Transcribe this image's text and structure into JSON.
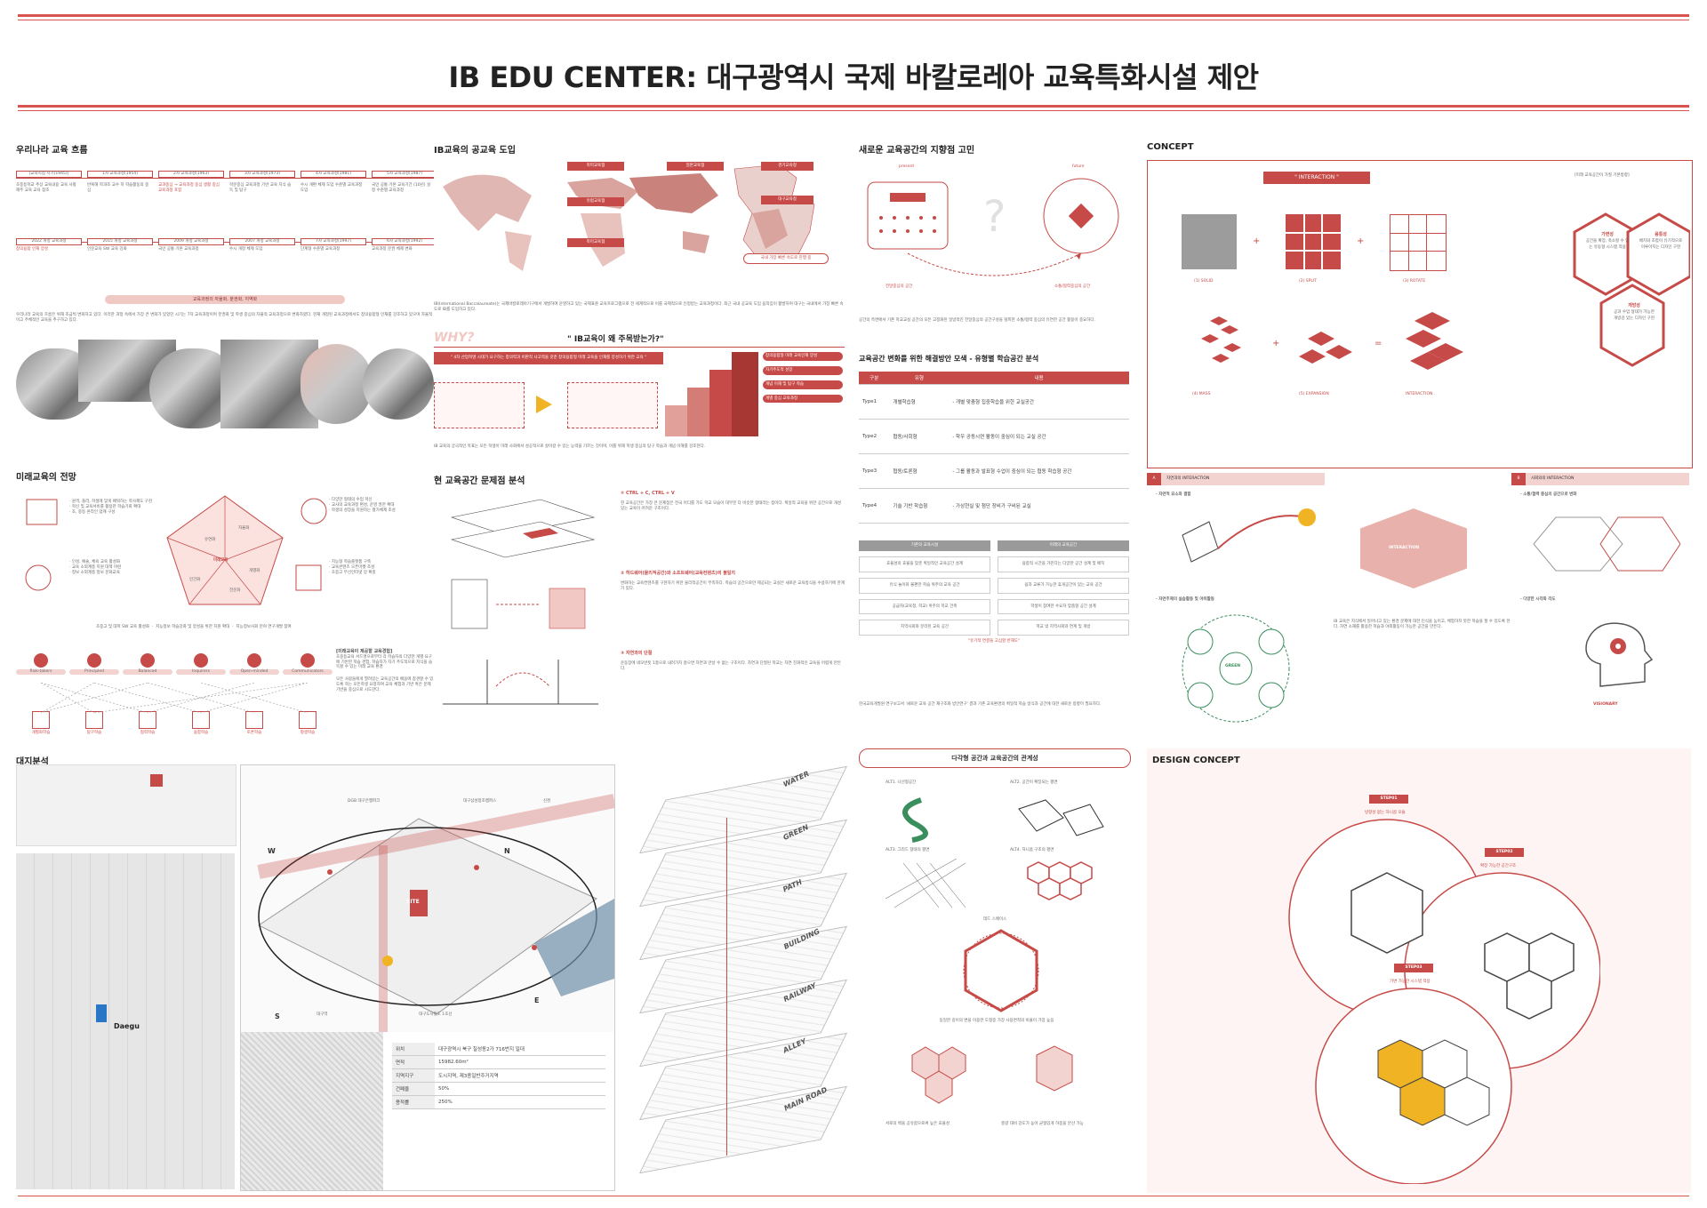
{
  "title": "IB EDU CENTER: 대구광역시 국제 바칼로레아 교육특화시설 제안",
  "colors": {
    "accent": "#c64a47",
    "pink": "#f3d3d0",
    "yellow": "#f0b323"
  },
  "col1": {
    "history_title": "우리나라 교육 흐름",
    "history_top": [
      "[교육지침 시기(1945)]",
      "1차 교육과정(1954)",
      "2차 교육과정(1963)",
      "3차 교육과정(1973)",
      "4차 교육과정(1981)",
      "5차 교육과정(1987)"
    ],
    "history_bottom": [
      "2022 개정 교육과정",
      "2015 개정 교육과정",
      "2009 개정 교육과정",
      "2007 개정 교육과정",
      "7차 교육과정(1997)",
      "6차 교육과정(1992)"
    ],
    "history_bar": "교육과정의 자율화, 분권화, 지역화",
    "future_title": "미래교육의 전망",
    "pentagon": [
      "유연화",
      "자율화",
      "개별화",
      "전문화",
      "인간화"
    ],
    "pentagon_center": "미래교육",
    "future_bottom": [
      "초중고 및 대학 SW 교육 활성화",
      "지능정보 학습강화 및 양성을 위한 지원 확대",
      "지능정보사회 분야 연구개발 참여"
    ],
    "ib_profile_title": "[미래교육이 제공할 교육경험]",
    "ib_profile": [
      "Risk-takers",
      "Principled",
      "Balanced",
      "Inquirers",
      "Open-minded",
      "Communicators"
    ],
    "ib_learning": [
      "개별화학습",
      "탐구학습",
      "협력학습",
      "융합학습",
      "토론학습",
      "평생학습"
    ],
    "site_title": "대지분석"
  },
  "col2": {
    "ib_title": "IB교육의 공교육 도입",
    "why_title": "\" IB교육이 왜 주목받는가?\"",
    "why_banner": "\" 4차 산업혁명 시대가 요구하는 창의력과 비판적 사고력을 갖춘 창의융합형 미래 교육을 인재를 양성하기 위한 교육 \"",
    "problem_title": "현 교육공간 문제점 분석",
    "problems": [
      "① CTRL + C, CTRL + V",
      "② 하드웨어(물리적공간)와 소프트웨어(교육컨텐츠)의 불일치",
      "③ 자연과의 단절"
    ],
    "korea_callout": "국내 가장 빠른 속도로 진행 중",
    "stair_labels": [
      "창의융합형 미래 교육인재 양성",
      "자기주도적 성장",
      "개념 이해 및 탐구 학습",
      "개별 중심 교육과정"
    ]
  },
  "col3": {
    "title": "새로운 교육공간의 지향점 고민",
    "present": "present",
    "future": "future",
    "present_caption": "전달중심의 공간",
    "future_caption": "소통/협력중심의 공간",
    "table_title": "교육공간 변화를 위한 해결방안 모색 - 유형별 학습공간 분석",
    "table_headers": [
      "구분",
      "유형",
      "내용"
    ],
    "table_rows": [
      [
        "Type1",
        "개별학습형",
        "- 개별 맞춤형 집중학습을 위한 교실공간"
      ],
      [
        "Type2",
        "협동/사회형",
        "- 학우 공동시연 활동이 중심이 되는 교실 공간"
      ],
      [
        "Type3",
        "협동/토론형",
        "- 그룹 활동과 발표형 수업이 중심이 되는 협동 학습형 공간"
      ],
      [
        "Type4",
        "기술 기반 학습형",
        "- 가상현실 및 첨단 장비가 구비된 교실"
      ]
    ],
    "compare_left": "기존의 교육시설",
    "compare_right": "미래의 교육공간",
    "compare_rows": [
      [
        "효율성의 효율을 맞춘 획일적인 교육공간 설계",
        "융합적 시간을 가진다는 다양한 공간 설계 및 배치"
      ],
      [
        "유식 놀이와 불편한 학습 위주의 교육 공간",
        "쉼과 교류가 가능한 휴게공간이 있는 교육 공간"
      ],
      [
        "공급자(교육청, 학교) 위주의 학교 건축",
        "학생이 참여한 수요자 맞춤형 공간 설계"
      ],
      [
        "지역사회와 분리된 교육 공간",
        "학교 밖 지역사회와 연계 및 개방"
      ]
    ],
    "compare_note": "\"유기적 연결을 고심할 반해도\"",
    "relation_title": "다각형 공간과 교육공간의 관계성",
    "alts": [
      "ALT1. 나선형공간",
      "ALT2. 공간이 확장되는 평면",
      "ALT3. 그리드 형태의 평면",
      "ALT4. 하니콤 구조의 평면"
    ],
    "dead_space": "데드 스페이스",
    "hex_note": "동일한 길이의 변을 이용한 도형중 가장 사용면적의 비율이 가장 높음",
    "bottom_left": "서로의 벽을 공유함으로써 높은 효율성",
    "bottom_right": "충량 대비 강도가 높아 균형있게 하중을 분산 가능"
  },
  "col4": {
    "concept_title": "CONCEPT",
    "interaction_banner": "\" INTERACTION \"",
    "right_note": "[미래 교육공간이 가질 기본방향]",
    "steps": [
      "(1) SOLID",
      "(2) SPLIT",
      "(3) ROTATE",
      "(4) MASS",
      "(5) EXPANSION",
      "INTERACTION"
    ],
    "hex_labels": [
      {
        "title": "가변성",
        "desc": "공간을 확장, 축소할 수 있는 유동형 시스템 적용"
      },
      {
        "title": "융통성",
        "desc": "배치와 조합이 유기적으로 이루어지는 디자인 구현"
      },
      {
        "title": "개방성",
        "desc": "공과 수업 형태가 가능한 개방감 있는 디자인 구현"
      }
    ],
    "a_label": "A",
    "a_title": "자연과의 INTERACTION",
    "a_sub1": "· 자연적 요소와 결합",
    "a_sub2": "· 자연주제의 실습활동 및 야외활동",
    "b_label": "B",
    "b_title": "사회와의 INTERACTION",
    "b_sub1": "· 소통/협력 중심의 공간으로 변화",
    "b_sub2": "· 다양한 시각화 각도",
    "interaction_hex": "INTERACTION",
    "green": "GREEN",
    "visionary": "VISIONARY",
    "design_title": "DESIGN CONCEPT",
    "step01": "STEP01",
    "step01_sub": "방향성 없는 하니콤 모듈",
    "step02": "STEP02",
    "step02_sub": "확장 가능한 공간구조",
    "step03": "STEP03",
    "step03_sub": "가변 가능한 시스템 적용"
  },
  "site": {
    "labels": [
      "DGB 대구은행파크",
      "대구삼성창조캠퍼스",
      "신천",
      "대구역",
      "대구도시철도 1호선"
    ],
    "compass": [
      "N",
      "W",
      "S",
      "E"
    ],
    "site_label": "SITE",
    "daegu": "Daegu",
    "layers": [
      "WATER",
      "GREEN",
      "PATH",
      "BUILDING",
      "RAILWAY",
      "ALLEY",
      "MAIN ROAD"
    ],
    "info": [
      [
        "위치",
        "대구광역시 북구 칠성동2가 716번지 일대"
      ],
      [
        "면적",
        "15982.60m²"
      ],
      [
        "지역지구",
        "도시지역, 제3종일반주거지역"
      ],
      [
        "건폐율",
        "50%"
      ],
      [
        "용적률",
        "250%"
      ]
    ]
  }
}
